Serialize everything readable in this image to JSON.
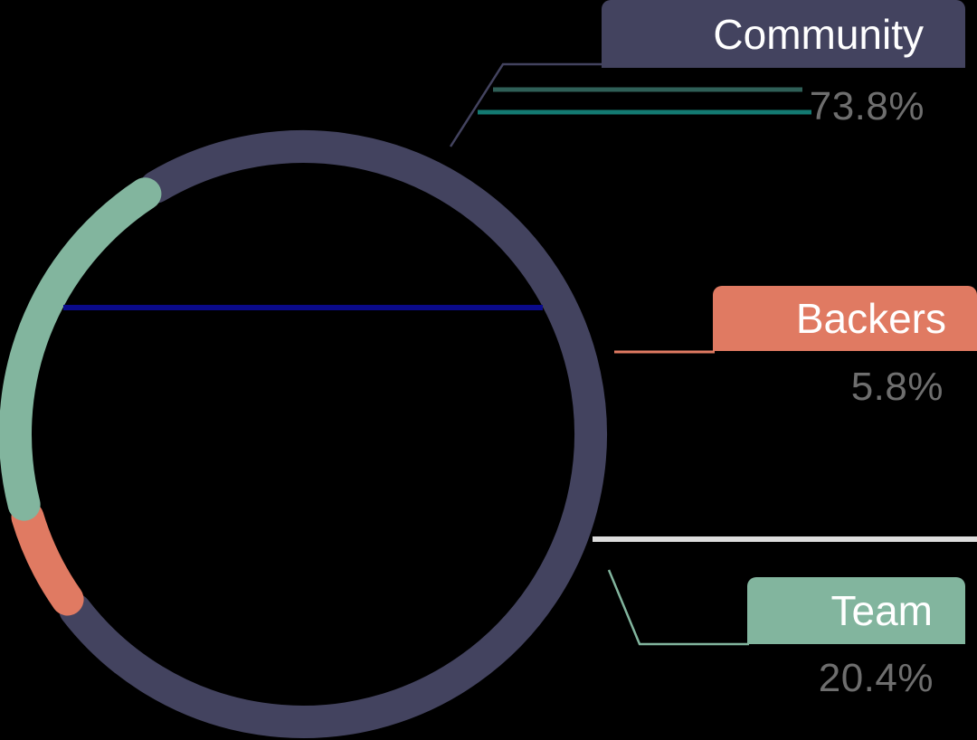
{
  "chart_data": {
    "type": "pie",
    "variant": "donut-ring",
    "title": "",
    "legend": "callout-labels-right",
    "slices": [
      {
        "name": "Community",
        "value": 73.8,
        "label": "73.8%",
        "color": "#43435f"
      },
      {
        "name": "Backers",
        "value": 5.8,
        "label": "5.8%",
        "color": "#e07a62"
      },
      {
        "name": "Team",
        "value": 20.4,
        "label": "20.4%",
        "color": "#82b59e"
      }
    ]
  },
  "colors": {
    "background": "#000000",
    "percent_text": "#6e6e6e",
    "community_rule_1": "#2f5f57",
    "community_rule_2": "#137a72",
    "inner_line": "#0a0a8a",
    "team_rule": "#dcdcdc"
  }
}
